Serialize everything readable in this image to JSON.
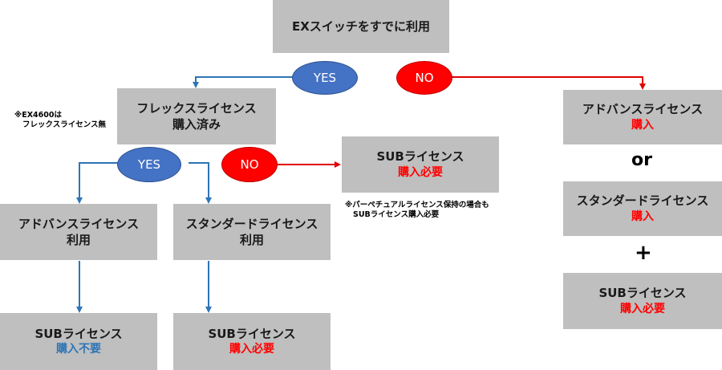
{
  "colors": {
    "box_fill": "#bfbfbf",
    "yes_fill": "#4472c4",
    "no_fill": "#ff0000",
    "blue_text": "#2e75b6",
    "red_text": "#ff0000",
    "blue_line": "#2e75b6",
    "red_line": "#e00000"
  },
  "top": {
    "line1": "EXスイッチをすでに利用"
  },
  "flex": {
    "line1": "フレックスライセンス",
    "line2": "購入済み"
  },
  "note_ex4600": {
    "line1": "※EX4600は",
    "line2": "フレックスライセンス無"
  },
  "yes1": "YES",
  "no1": "NO",
  "yes2": "YES",
  "no2": "NO",
  "sub_center": {
    "line1": "SUBライセンス",
    "line2": "購入必要"
  },
  "note_perpetual": {
    "line1": "※パーペチュアルライセンス保持の場合も",
    "line2": "SUBライセンス購入必要"
  },
  "adv_use": {
    "line1": "アドバンスライセンス",
    "line2": "利用"
  },
  "std_use": {
    "line1": "スタンダードライセンス",
    "line2": "利用"
  },
  "sub_left": {
    "line1": "SUBライセンス",
    "line2": "購入不要"
  },
  "sub_mid": {
    "line1": "SUBライセンス",
    "line2": "購入必要"
  },
  "adv_buy": {
    "line1": "アドバンスライセンス",
    "line2": "購入"
  },
  "or_text": "or",
  "std_buy": {
    "line1": "スタンダードライセンス",
    "line2": "購入"
  },
  "plus_text": "+",
  "sub_right": {
    "line1": "SUBライセンス",
    "line2": "購入必要"
  }
}
